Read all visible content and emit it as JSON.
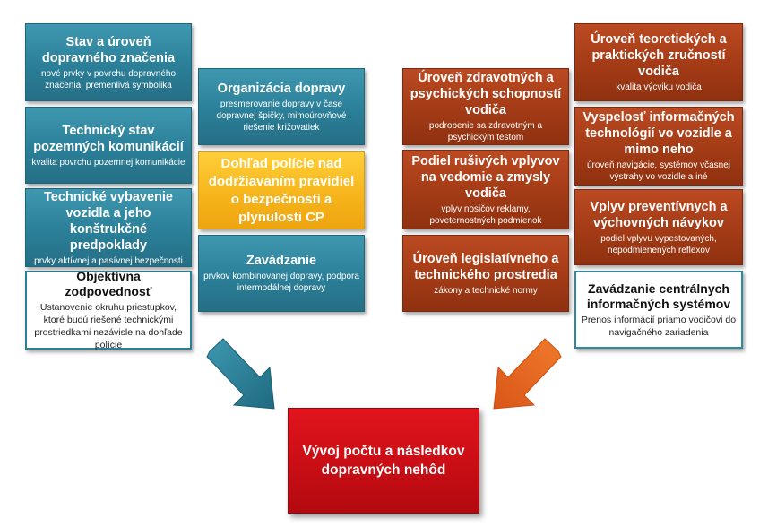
{
  "left": {
    "stav": {
      "title": "Stav a úroveň dopravného značenia",
      "subtitle": "nové prvky v povrchu dopravného značenia, premenlivá symbolika"
    },
    "technicky_stav": {
      "title": "Technický stav pozemných komunikácií",
      "subtitle": "kvalita povrchu pozemnej komunikácie"
    },
    "vybavenie": {
      "title": "Technické vybavenie vozidla a jeho konštrukčné predpoklady",
      "subtitle": "prvky aktívnej a pasívnej bezpečnosti"
    },
    "objektivna": {
      "title": "Objektívna zodpovednosť",
      "subtitle": "Ustanovenie okruhu priestupkov, ktoré budú riešené technickými prostriedkami nezávisle na dohľade polície"
    },
    "organizacia": {
      "title": "Organizácia dopravy",
      "subtitle": "presmerovanie dopravy v čase dopravnej špičky, mimoúrovňové riešenie križovatiek"
    },
    "dohlad": {
      "title": "Dohľad polície nad dodržiavaním pravidiel o bezpečnosti a plynulosti CP"
    },
    "zavadzanie": {
      "title": "Zavádzanie",
      "subtitle": "prvkov kombinovanej dopravy, podpora intermodálnej dopravy"
    }
  },
  "right": {
    "zdravotne": {
      "title": "Úroveň zdravotných a psychických schopností vodiča",
      "subtitle": "podrobenie sa zdravotným a psychickým testom"
    },
    "rusive": {
      "title": "Podiel rušivých vplyvov na vedomie a zmysly vodiča",
      "subtitle": "vplyv nosičov reklamy, poveternostných podmienok"
    },
    "legislativne": {
      "title": "Úroveň legislatívneho a technického prostredia",
      "subtitle": "zákony a technické normy"
    },
    "teoreticke": {
      "title": "Úroveň teoretických a praktických zručností vodiča",
      "subtitle": "kvalita výcviku vodiča"
    },
    "vyspelost": {
      "title": "Vyspelosť informačných technológií vo vozidle a mimo neho",
      "subtitle": "úroveň navigácie, systémov včasnej výstrahy vo vozidle a iné"
    },
    "preventivne": {
      "title": "Vplyv preventívnych a výchovných návykov",
      "subtitle": "podiel vplyvu vypestovaných, nepodmienených reflexov"
    },
    "centralne": {
      "title": "Zavádzanie centrálnych informačných systémov",
      "subtitle": "Prenos informácií priamo vodičovi do navigačného zariadenia"
    }
  },
  "center": {
    "title": "Vývoj počtu a následkov dopravných nehôd"
  },
  "colors": {
    "teal": "#2b7f98",
    "rust": "#a33b16",
    "gold": "#f6b31a",
    "red": "#c70d14"
  }
}
